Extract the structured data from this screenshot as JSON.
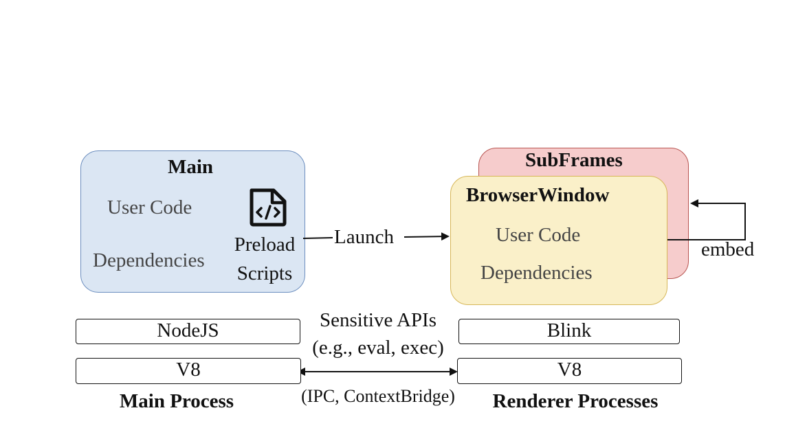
{
  "main": {
    "title": "Main",
    "user_code": "User Code",
    "dependencies": "Dependencies",
    "preload_line1": "Preload",
    "preload_line2": "Scripts",
    "preload_icon": "code-file-icon"
  },
  "subframes": {
    "title": "SubFrames"
  },
  "browserwindow": {
    "title": "BrowserWindow",
    "user_code": "User Code",
    "dependencies": "Dependencies"
  },
  "edges": {
    "launch": "Launch",
    "embed": "embed"
  },
  "left_stack": {
    "top": "NodeJS",
    "bottom": "V8",
    "caption": "Main Process"
  },
  "right_stack": {
    "top": "Blink",
    "bottom": "V8",
    "caption": "Renderer Processes"
  },
  "middle": {
    "line1": "Sensitive APIs",
    "line2": "(e.g., eval, exec)",
    "ipc": "(IPC, ContextBridge)"
  }
}
